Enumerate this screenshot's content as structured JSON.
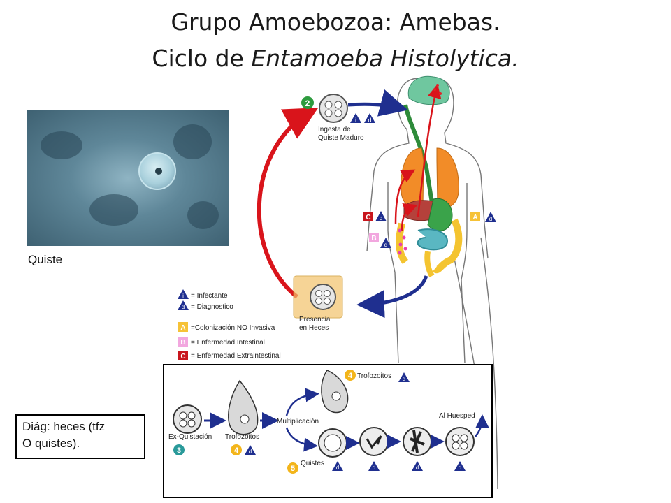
{
  "slide": {
    "title_line1": "Grupo Amoebozoa: Amebas.",
    "title_line2_prefix": "Ciclo de ",
    "title_line2_italic": "Entamoeba Histolytica.",
    "photo_caption": "Quiste",
    "diag_line1": "Diág: heces (tfz",
    "diag_line2": "O quistes)."
  },
  "diagram": {
    "ingesta_line1": "Ingesta de",
    "ingesta_line2": "Quiste Maduro",
    "presencia_line1": "Presencia",
    "presencia_line2": "en Heces",
    "step_2": "2",
    "step_3": "3",
    "step_4": "4",
    "step_5": "5",
    "badge_i": "i",
    "badge_d": "d",
    "badge_a": "A",
    "badge_b": "B",
    "badge_c": "C",
    "legend": {
      "infectante": "= Infectante",
      "diagnostico": "= Diagnostico",
      "colonizacion": "=Colonización NO Invasiva",
      "enfermedad_intestinal": "= Enfermedad Intestinal",
      "enfermedad_extraintestinal": "= Enfermedad Extraintestinal"
    },
    "inset": {
      "ex_quistacion": "Ex-Quistación",
      "trofozoitos_left": "Trofozoitos",
      "multiplicacion": "Multiplicación",
      "trofozoitos_top": "Trofozoitos",
      "al_huesped": "Al Huesped",
      "quistes": "Quistes"
    }
  },
  "colors": {
    "red_arrow": "#d9141b",
    "blue_arrow": "#1f2f8f",
    "step_green": "#2e9b3e",
    "step_teal": "#2a9a9a",
    "step_yellow": "#f3b51b",
    "badge_a": "#f6c237",
    "badge_b": "#f2a7df",
    "badge_c": "#c8161d"
  }
}
